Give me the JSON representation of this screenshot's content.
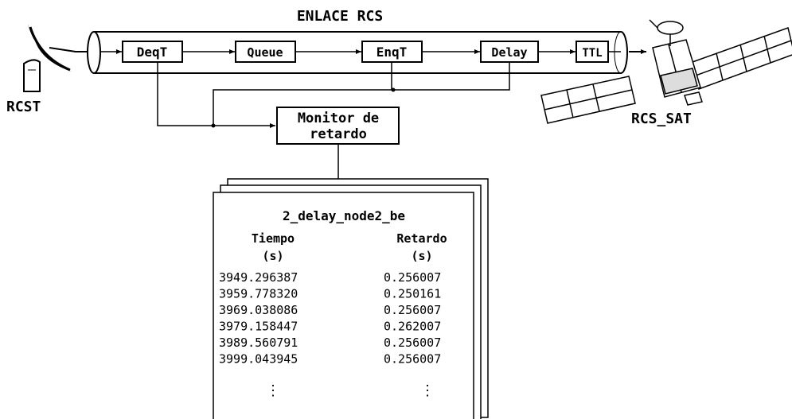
{
  "title": "ENLACE RCS",
  "left_station_label": "RCST",
  "satellite_label": "RCS_SAT",
  "blocks": {
    "deqt": "DeqT",
    "queue": "Queue",
    "enqt": "EnqT",
    "delay": "Delay",
    "ttl": "TTL"
  },
  "monitor": {
    "line1": "Monitor de",
    "line2": "retardo"
  },
  "trace_file": {
    "filename": "2_delay_node2_be",
    "col1_header": "Tiempo",
    "col1_unit": "(s)",
    "col2_header": "Retardo",
    "col2_unit": "(s)",
    "rows": [
      {
        "time": "3949.296387",
        "delay": "0.256007"
      },
      {
        "time": "3959.778320",
        "delay": "0.250161"
      },
      {
        "time": "3969.038086",
        "delay": "0.256007"
      },
      {
        "time": "3979.158447",
        "delay": "0.262007"
      },
      {
        "time": "3989.560791",
        "delay": "0.256007"
      },
      {
        "time": "3999.043945",
        "delay": "0.256007"
      }
    ],
    "ellipsis": "⋮"
  },
  "colors": {
    "ink": "#000000",
    "background": "#ffffff"
  }
}
